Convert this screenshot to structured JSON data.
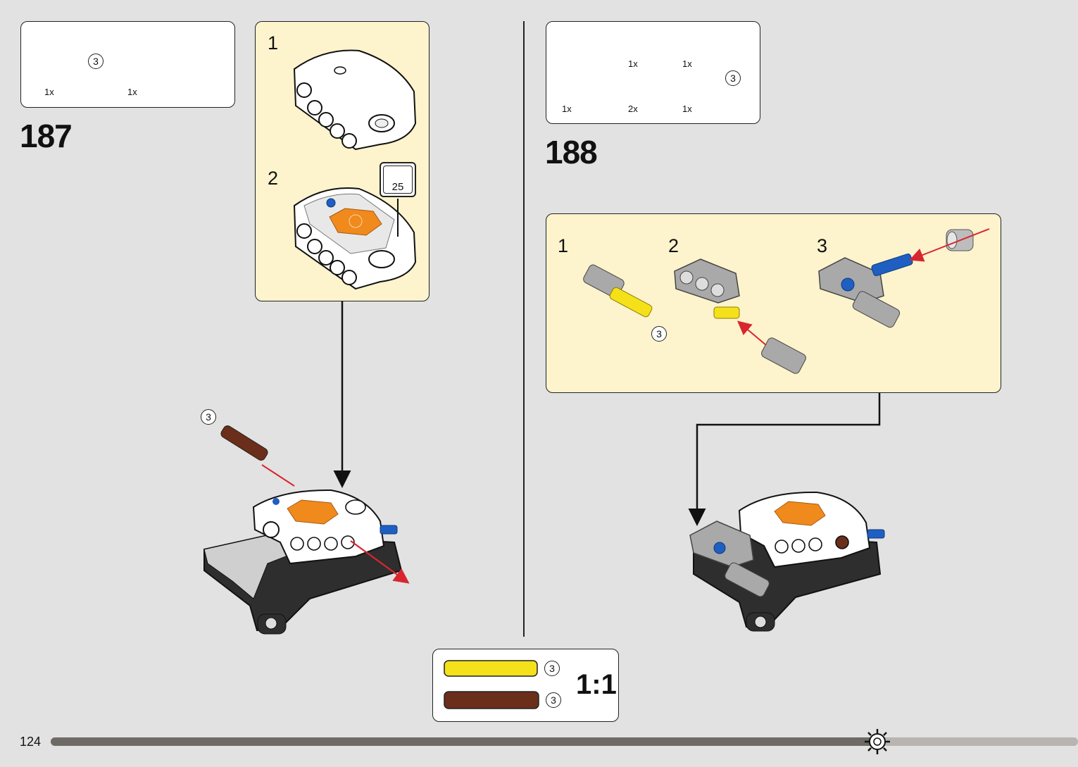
{
  "page_number": "124",
  "step187": {
    "number": "187",
    "parts": [
      {
        "qty": "1x",
        "length": "3"
      },
      {
        "qty": "1x"
      }
    ],
    "substeps": [
      "1",
      "2"
    ],
    "callout_count": "25",
    "main_length": "3"
  },
  "step188": {
    "number": "188",
    "parts": [
      {
        "qty": "1x"
      },
      {
        "qty": "2x"
      },
      {
        "qty": "1x"
      },
      {
        "qty": "1x"
      },
      {
        "qty": "1x",
        "length": "3"
      }
    ],
    "substeps": [
      "1",
      "2",
      "3"
    ],
    "substep1_length": "3"
  },
  "scale_box": {
    "ratio": "1:1",
    "yellow_length": "3",
    "brown_length": "3"
  },
  "colors": {
    "background": "#e2e2e2",
    "subassembly_bg": "#fdf3cc",
    "axle_yellow": "#f5e11a",
    "axle_brown": "#6b2e1b",
    "pin_blue": "#1f5fc2",
    "panel_orange": "#f08a1d",
    "arrow_red": "#d8262f",
    "progress_dark": "#6e6a66",
    "progress_light": "#b7b4b1"
  },
  "progress": {
    "fraction": 0.81
  },
  "icons": [
    "sun-gear-icon",
    "page-curl-icon"
  ]
}
